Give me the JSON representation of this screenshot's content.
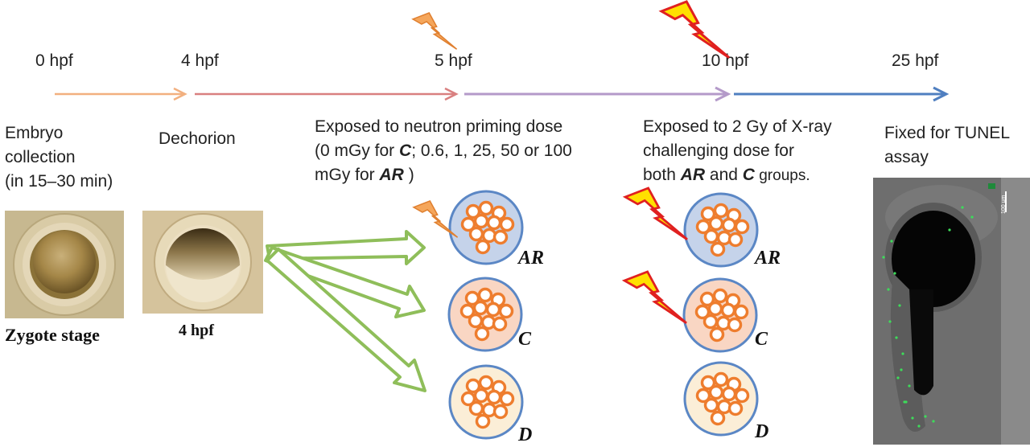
{
  "timeline": {
    "ticks": [
      "0 hpf",
      "4 hpf",
      "5 hpf",
      "10 hpf",
      "25 hpf"
    ],
    "segment_colors": [
      "#f2b07f",
      "#d98080",
      "#b49ac9",
      "#4f7fc0"
    ]
  },
  "steps": {
    "collection": [
      "Embryo",
      "collection",
      "(in 15–30 min)"
    ],
    "dechorion": "Dechorion",
    "priming": {
      "line1": "Exposed to neutron priming dose",
      "line2_a": "(0 mGy for ",
      "line2_b": "C",
      "line2_c": "; 0.6, 1, 25, 50 or 100",
      "line3_a": "mGy for ",
      "line3_b": "AR",
      "line3_c": " )"
    },
    "challenge": {
      "line1": "Exposed to 2 Gy of X-ray",
      "line2": "challenging dose for",
      "line3_a": "both ",
      "line3_b": "AR",
      "line3_c": " and ",
      "line3_d": "C",
      "line3_e": " groups."
    },
    "fixed": [
      "Fixed for TUNEL",
      "assay"
    ]
  },
  "photos": {
    "zygote_caption": "Zygote stage",
    "dechorion_caption": "4 hpf",
    "tunel_scale": "100 μm"
  },
  "groups": {
    "ar": "AR",
    "c": "C",
    "d": "D"
  },
  "colors": {
    "ar_fill": "#c5d3ea",
    "c_fill": "#f9d6c3",
    "d_fill": "#fbeed7",
    "dish_stroke": "#5b87c5",
    "cell": "#ee7d2e",
    "fork_arrow": "#8fbe5a",
    "bolt_fill": "#ffe000",
    "bolt_stroke": "#e02020"
  }
}
